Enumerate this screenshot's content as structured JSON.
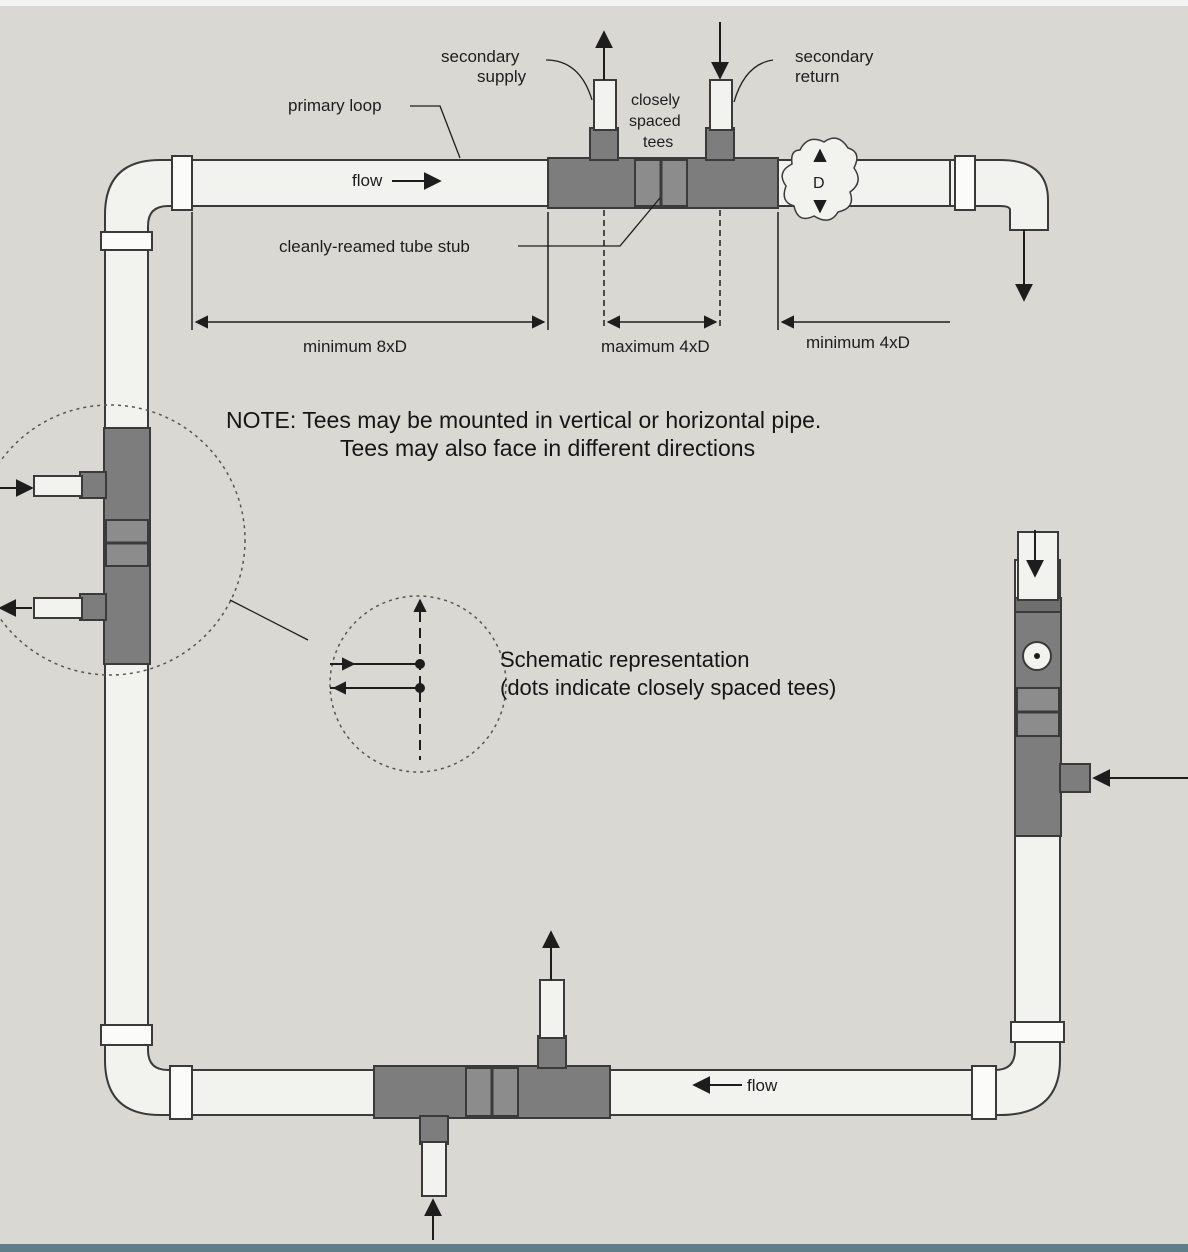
{
  "labels": {
    "secondary_supply_1": "secondary",
    "secondary_supply_2": "supply",
    "secondary_return_1": "secondary",
    "secondary_return_2": "return",
    "primary_loop": "primary loop",
    "closely_1": "closely",
    "closely_2": "spaced",
    "closely_3": "tees",
    "flow_top": "flow",
    "flow_bottom": "flow",
    "tube_stub": "cleanly-reamed tube stub",
    "min_8xd": "minimum 8xD",
    "max_4xd": "maximum 4xD",
    "min_4xd": "minimum 4xD",
    "diameter": "D"
  },
  "note": {
    "line1": "NOTE:  Tees may be mounted in vertical or horizontal pipe.",
    "line2": "Tees may also face in different directions"
  },
  "schematic": {
    "line1": "Schematic representation",
    "line2": "(dots indicate closely spaced tees)"
  },
  "colors": {
    "paper": "#d9d8d3",
    "pipe": "#f2f2ef",
    "pipe_edge": "#3a3a3a",
    "tee": "#7d7d7d",
    "ink": "#1d1d1d"
  }
}
